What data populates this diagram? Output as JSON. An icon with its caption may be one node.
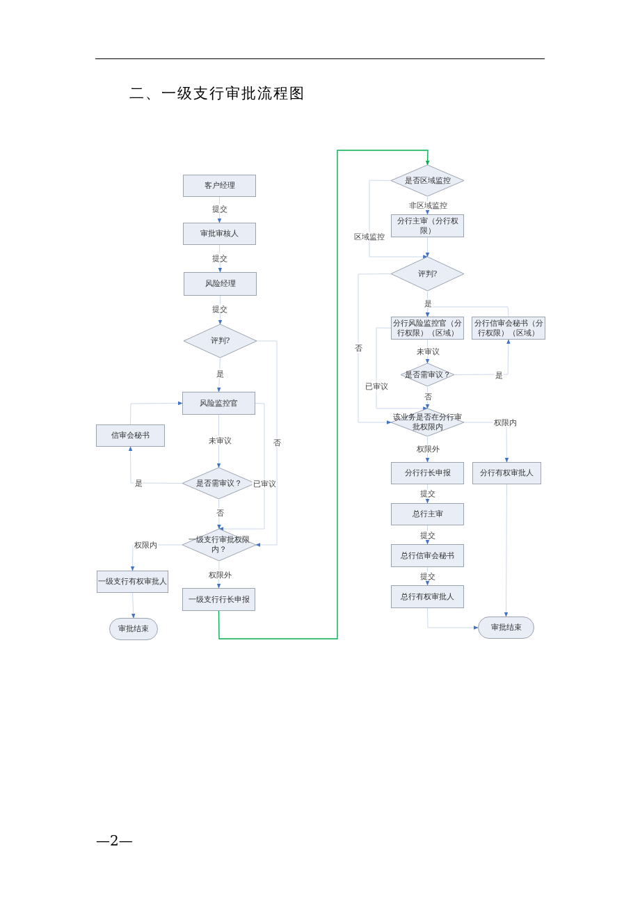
{
  "diagram": {
    "title": "二、一级支行审批流程图",
    "nodes": [
      {
        "text": [
          "客户经理"
        ]
      },
      {
        "text": [
          "审批审核人"
        ]
      },
      {
        "text": [
          "风险经理"
        ]
      },
      {
        "text": [
          "评判?"
        ]
      },
      {
        "text": [
          "风险监控官"
        ]
      },
      {
        "text": [
          "信审会秘书"
        ]
      },
      {
        "text": [
          "是否需审议？"
        ]
      },
      {
        "text": [
          "一级支行审批权限内？"
        ]
      },
      {
        "text": [
          "一级支行有权审批人"
        ]
      },
      {
        "text": [
          "一级支行行长申报"
        ]
      },
      {
        "text": [
          "审批结束"
        ]
      },
      {
        "text": [
          "是否区域监控"
        ]
      },
      {
        "text": [
          "分行主审（分行权限）"
        ]
      },
      {
        "text": [
          "评判?"
        ]
      },
      {
        "text": [
          "分行风险监控官（分行权限）（区域）"
        ]
      },
      {
        "text": [
          "分行信审会秘书（分行权限）（区域）"
        ]
      },
      {
        "text": [
          "是否需审议？"
        ]
      },
      {
        "text": [
          "该业务是否在分行审批权限内"
        ]
      },
      {
        "text": [
          "分行行长申报"
        ]
      },
      {
        "text": [
          "分行有权审批人"
        ]
      },
      {
        "text": [
          "总行主审"
        ]
      },
      {
        "text": [
          "总行信审会秘书"
        ]
      },
      {
        "text": [
          "总行有权审批人"
        ]
      },
      {
        "text": [
          "审批结束"
        ]
      }
    ],
    "edges": [
      {
        "from": 0,
        "to": 1,
        "arrow": "to",
        "label": "提交"
      },
      {
        "from": 1,
        "to": 2,
        "arrow": "to",
        "label": "提交"
      },
      {
        "from": 2,
        "to": 3,
        "arrow": "to",
        "label": "提交"
      },
      {
        "from": 3,
        "to": 4,
        "arrow": "to",
        "label": "是"
      },
      {
        "from": 3,
        "to": 7,
        "arrow": "to",
        "label": "否"
      },
      {
        "from": 4,
        "to": 6,
        "arrow": "to",
        "label": "未审议"
      },
      {
        "from": 6,
        "to": 5,
        "arrow": "to",
        "label": "是"
      },
      {
        "from": 5,
        "to": 4,
        "arrow": "to"
      },
      {
        "from": 6,
        "to": 7,
        "arrow": "to",
        "label": "否"
      },
      {
        "from": 4,
        "to": 7,
        "arrow": "to",
        "label": "已审议"
      },
      {
        "from": 7,
        "to": 8,
        "arrow": "to",
        "label": "权限内"
      },
      {
        "from": 7,
        "to": 9,
        "arrow": "to",
        "label": "权限外"
      },
      {
        "from": 8,
        "to": 10,
        "arrow": "to"
      },
      {
        "from": 9,
        "to": 11,
        "arrow": "to",
        "color": "#00b050"
      },
      {
        "from": 11,
        "to": 12,
        "arrow": "to",
        "label": "非区域监控"
      },
      {
        "from": 11,
        "to": 13,
        "arrow": "to",
        "label": "区域监控"
      },
      {
        "from": 12,
        "to": 13,
        "arrow": "to"
      },
      {
        "from": 13,
        "to": 14,
        "arrow": "to",
        "label": "是"
      },
      {
        "from": 13,
        "to": 17,
        "arrow": "to",
        "label": "否"
      },
      {
        "from": 14,
        "to": 16,
        "arrow": "to",
        "label": "未审议"
      },
      {
        "from": 16,
        "to": 15,
        "arrow": "to",
        "label": "是"
      },
      {
        "from": 15,
        "to": 14,
        "arrow": "to"
      },
      {
        "from": 14,
        "to": 17,
        "arrow": "to",
        "label": "已审议"
      },
      {
        "from": 16,
        "to": 17,
        "arrow": "to",
        "label": "否"
      },
      {
        "from": 17,
        "to": 19,
        "arrow": "to",
        "label": "权限内"
      },
      {
        "from": 17,
        "to": 18,
        "arrow": "to",
        "label": "权限外"
      },
      {
        "from": 18,
        "to": 20,
        "arrow": "to",
        "label": "提交"
      },
      {
        "from": 20,
        "to": 21,
        "arrow": "to",
        "label": "提交"
      },
      {
        "from": 21,
        "to": 22,
        "arrow": "to",
        "label": "提交"
      },
      {
        "from": 22,
        "to": 23,
        "arrow": "to"
      },
      {
        "from": 19,
        "to": 23,
        "arrow": "to"
      }
    ],
    "labels": [
      "—2—"
    ]
  }
}
